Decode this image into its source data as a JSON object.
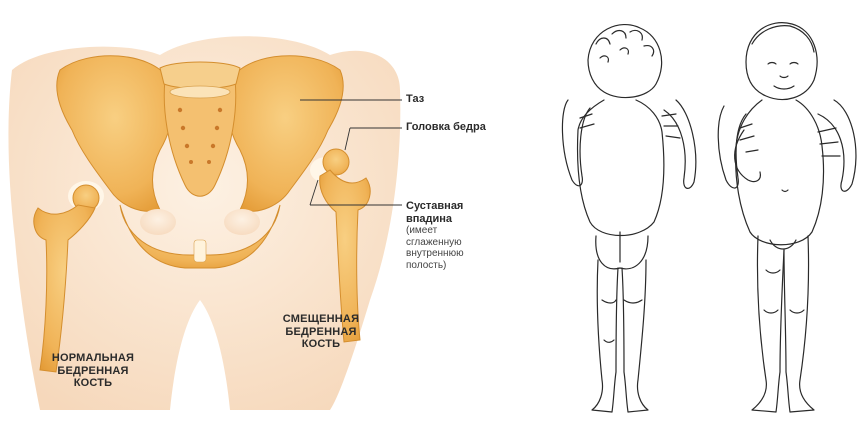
{
  "labels": {
    "pelvis": "Таз",
    "femoral_head": "Головка бедра",
    "socket_title_1": "Суставная",
    "socket_title_2": "впадина",
    "socket_note_1": "(имеет",
    "socket_note_2": "сглаженную",
    "socket_note_3": "внутреннюю",
    "socket_note_4": "полость)",
    "displaced_1": "СМЕЩЕННАЯ",
    "displaced_2": "БЕДРЕННАЯ",
    "displaced_3": "КОСТЬ",
    "normal_1": "НОРМАЛЬНАЯ",
    "normal_2": "БЕДРЕННАЯ",
    "normal_3": "КОСТЬ"
  },
  "colors": {
    "bone": "#f2b85a",
    "bone_dark": "#dd9a3a",
    "bone_light": "#f9dca4",
    "skin": "#fbe7d3",
    "line": "#333333",
    "cartilage": "#fff6e8"
  }
}
